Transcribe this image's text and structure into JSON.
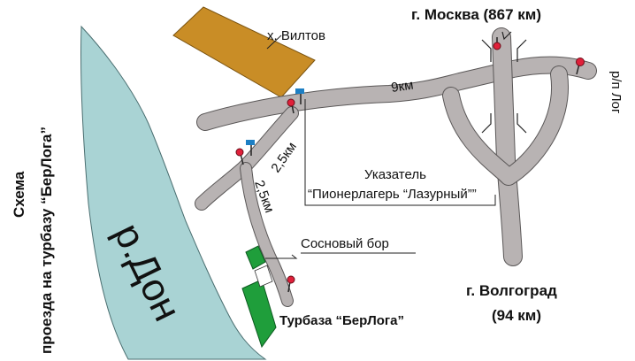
{
  "title": {
    "line1": "Схема",
    "line2": "проезда на турбазу “БерЛога”"
  },
  "labels": {
    "village": "х. Вилтов",
    "moscow": "г. Москва (867 км)",
    "volgograd_line1": "г. Волгоград",
    "volgograd_line2": "(94 км)",
    "river": "р.Дон",
    "village_log": "р/п Лог",
    "dist_9": "9км",
    "dist_25a": "2,5км",
    "dist_25b": "2,5км",
    "sign_line1": "Указатель",
    "sign_line2": "“Пионерлагерь “Лазурный””",
    "forest": "Сосновый бор",
    "base": "Турбаза “БерЛога”"
  },
  "colors": {
    "water": "#a9d3d4",
    "road": "#b8b3b3",
    "field": "#c98d26",
    "forest": "#1f9e3b",
    "base_text": "#d4201c",
    "pin": "#e0203a",
    "flag": "#1d7fc4"
  }
}
